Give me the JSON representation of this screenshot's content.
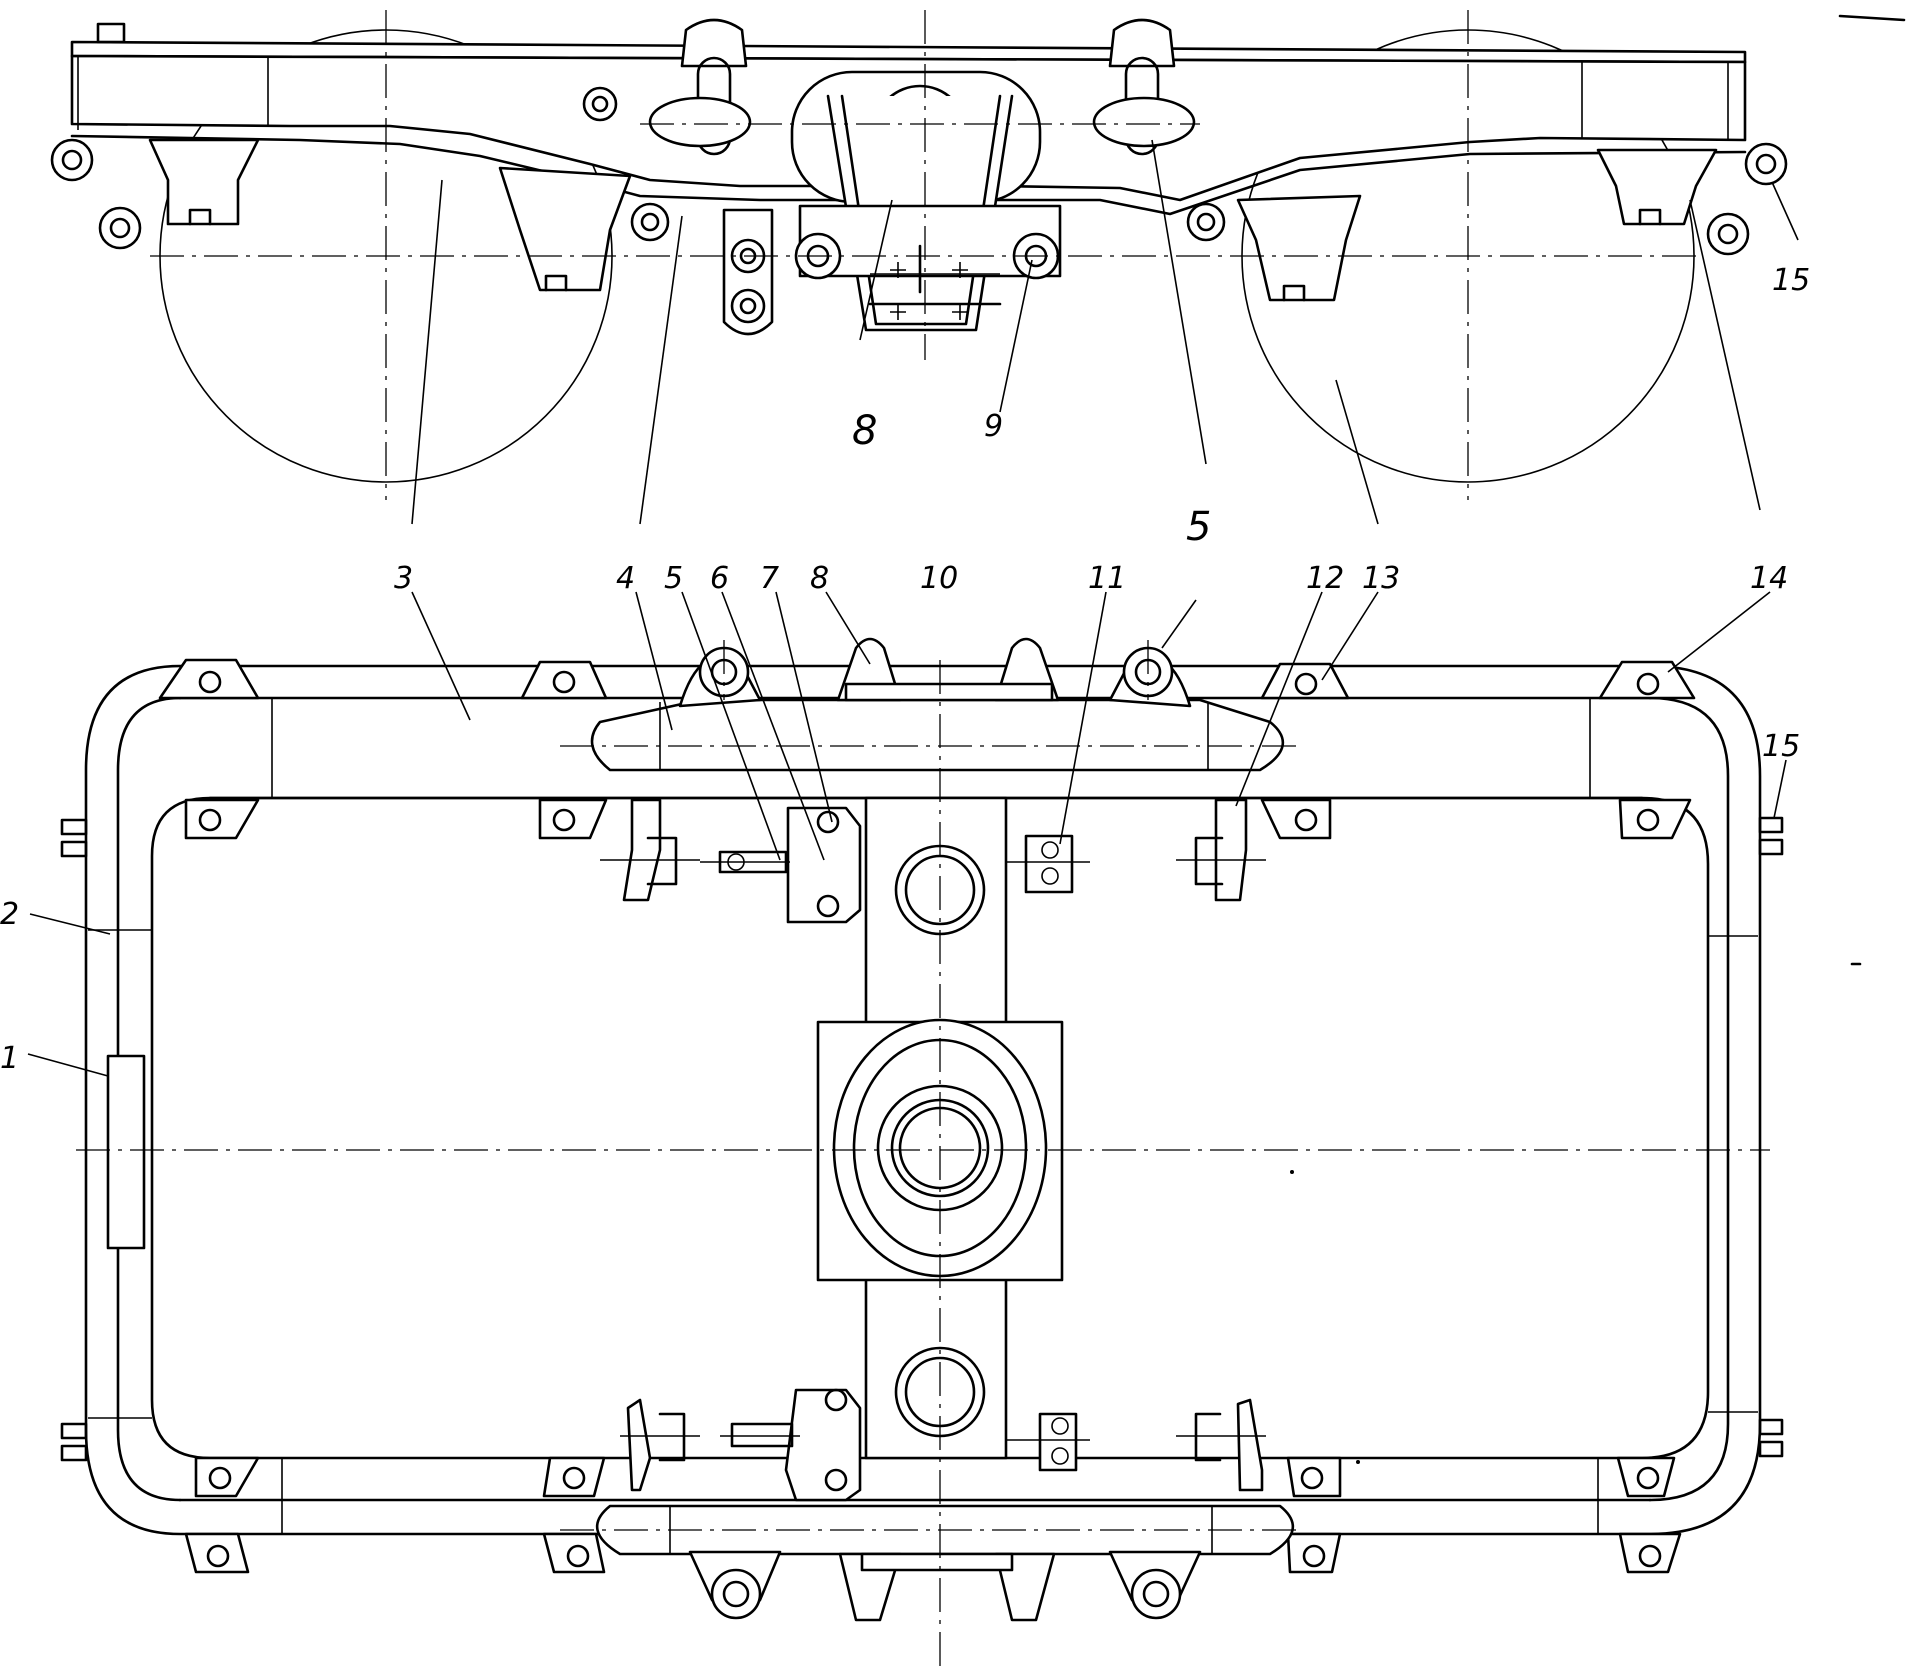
{
  "callouts": {
    "top_view": [
      {
        "id": "c8a",
        "text": "8"
      },
      {
        "id": "c9",
        "text": "9"
      },
      {
        "id": "c15a",
        "text": "15"
      },
      {
        "id": "c5top",
        "text": "5"
      }
    ],
    "plan_view": [
      {
        "id": "c1",
        "text": "1"
      },
      {
        "id": "c2",
        "text": "2"
      },
      {
        "id": "c3",
        "text": "3"
      },
      {
        "id": "c4",
        "text": "4"
      },
      {
        "id": "c5",
        "text": "5"
      },
      {
        "id": "c6",
        "text": "6"
      },
      {
        "id": "c7",
        "text": "7"
      },
      {
        "id": "c8",
        "text": "8"
      },
      {
        "id": "c10",
        "text": "10"
      },
      {
        "id": "c11",
        "text": "11"
      },
      {
        "id": "c12",
        "text": "12"
      },
      {
        "id": "c13",
        "text": "13"
      },
      {
        "id": "c14",
        "text": "14"
      },
      {
        "id": "c15",
        "text": "15"
      }
    ]
  }
}
